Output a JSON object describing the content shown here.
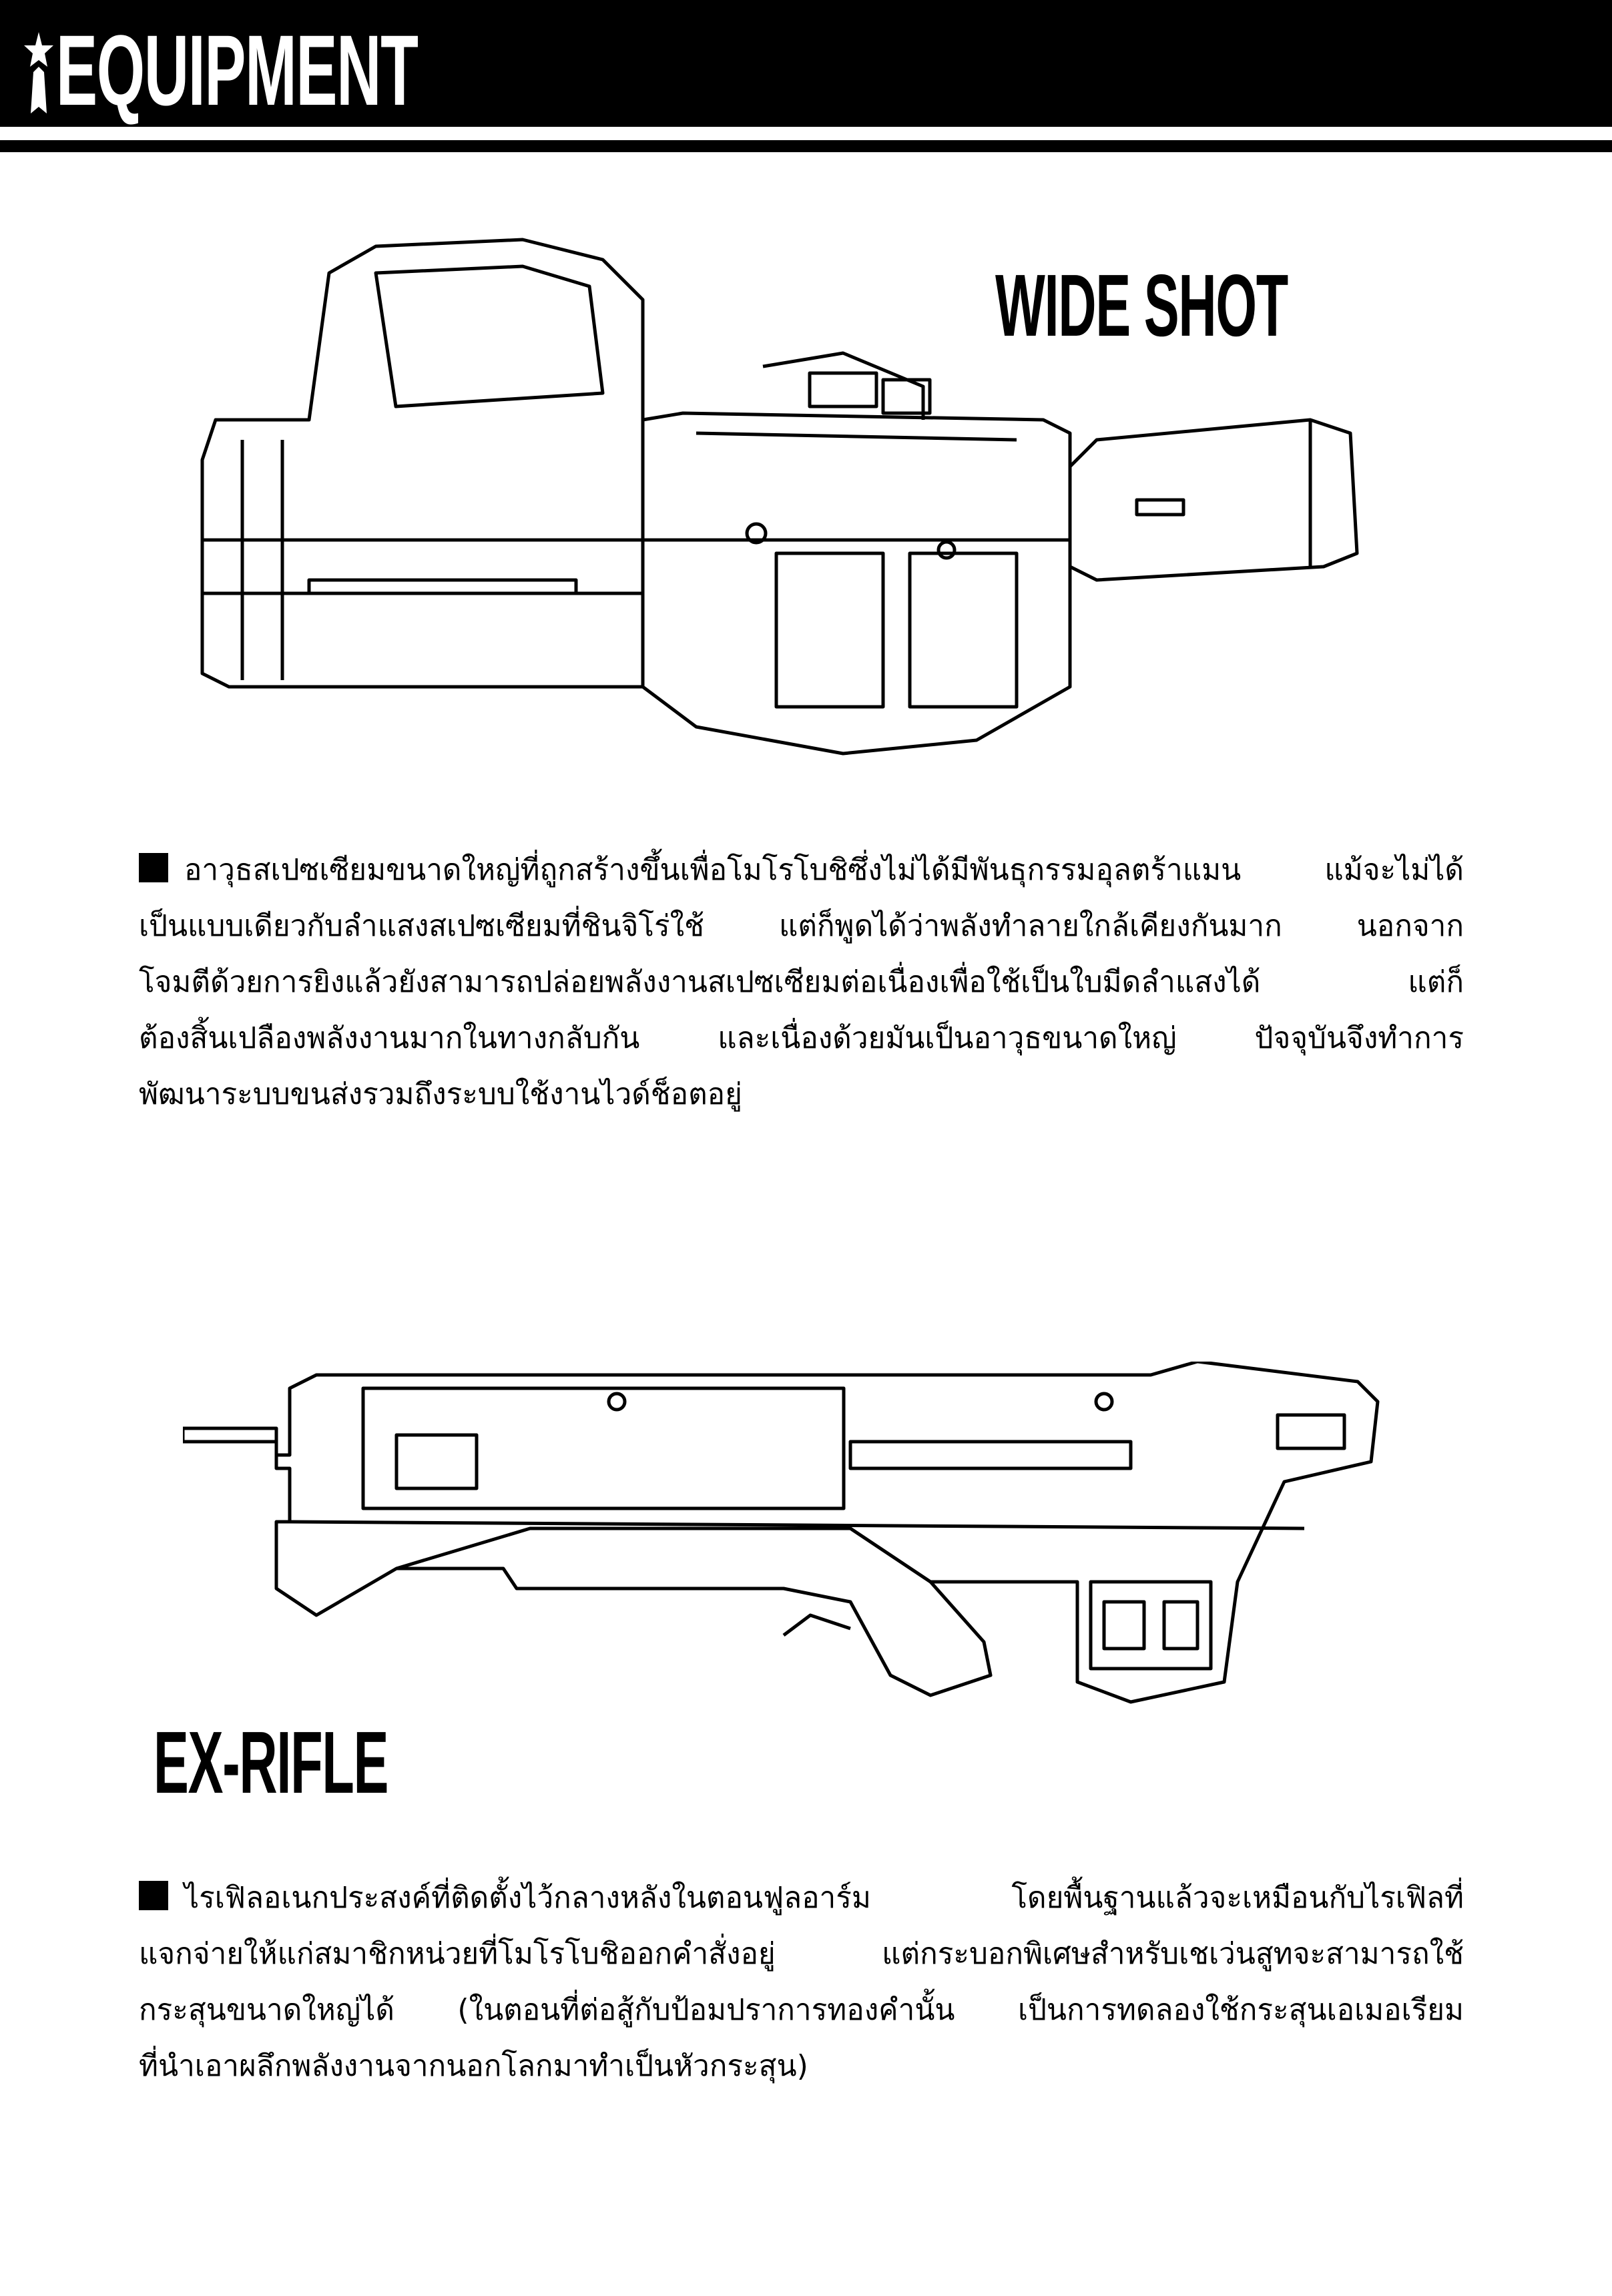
{
  "header": {
    "title": "EQUIPMENT",
    "logo_icon": "star-figure-icon"
  },
  "sections": [
    {
      "title": "WIDE SHOT",
      "lines": [
        "อาวุธสเปซเซียมขนาดใหญ่ที่ถูกสร้างขึ้นเพื่อโมโรโบชิซึ่งไม่ได้มีพันธุกรรมอุลตร้าแมน แม้จะไม่ได้",
        "เป็นแบบเดียวกับลำแสงสเปซเซียมที่ชินจิโร่ใช้  แต่ก็พูดได้ว่าพลังทำลายใกล้เคียงกันมาก  นอกจาก",
        "โจมตีด้วยการยิงแล้วยังสามารถปล่อยพลังงานสเปซเซียมต่อเนื่องเพื่อใช้เป็นใบมีดลำแสงได้  แต่ก็",
        "ต้องสิ้นเปลืองพลังงานมากในทางกลับกัน  และเนื่องด้วยมันเป็นอาวุธขนาดใหญ่  ปัจจุบันจึงทำการ",
        "พัฒนาระบบขนส่งรวมถึงระบบใช้งานไวด์ช็อตอยู่"
      ]
    },
    {
      "title": "EX-RIFLE",
      "lines": [
        "ไรเฟิลอเนกประสงค์ที่ติดตั้งไว้กลางหลังในตอนฟูลอาร์ม โดยพื้นฐานแล้วจะเหมือนกับไรเฟิลที่",
        "แจกจ่ายให้แก่สมาชิกหน่วยที่โมโรโบชิออกคำสั่งอยู่ แต่กระบอกพิเศษสำหรับเชเว่นสูทจะสามารถใช้",
        "กระสุนขนาดใหญ่ได้ (ในตอนที่ต่อสู้กับป้อมปราการทองคำนั้น เป็นการทดลองใช้กระสุนเอเมอเรียม",
        "ที่นำเอาผลึกพลังงานจากนอกโลกมาทำเป็นหัวกระสุน)"
      ]
    }
  ]
}
